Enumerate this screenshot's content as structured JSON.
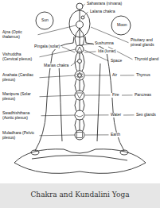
{
  "diagram": {
    "caption": "Chakra and Kundalini Yoga",
    "labels": [
      "Sahasrara (nirvana)",
      "Sun",
      "Lalana chakra",
      "Moon",
      "Pituitary and pineal glands",
      "Ajna (Optic thalamus)",
      "Pingala (solar)",
      "Vishuddha (Cervical plexus)",
      "Manas chakra",
      "Anahata (Cardiac plexus)",
      "Manipura (Solar plexus)",
      "Swadhishthana (Aortic plexus)",
      "Muladhara (Pelvic plexus)",
      "Sushumna",
      "Ida (lunar)",
      "Space",
      "Thyroid gland",
      "Air",
      "Thymus",
      "Fire",
      "Pancreas",
      "Water",
      "Sex glands",
      "Earth"
    ]
  }
}
